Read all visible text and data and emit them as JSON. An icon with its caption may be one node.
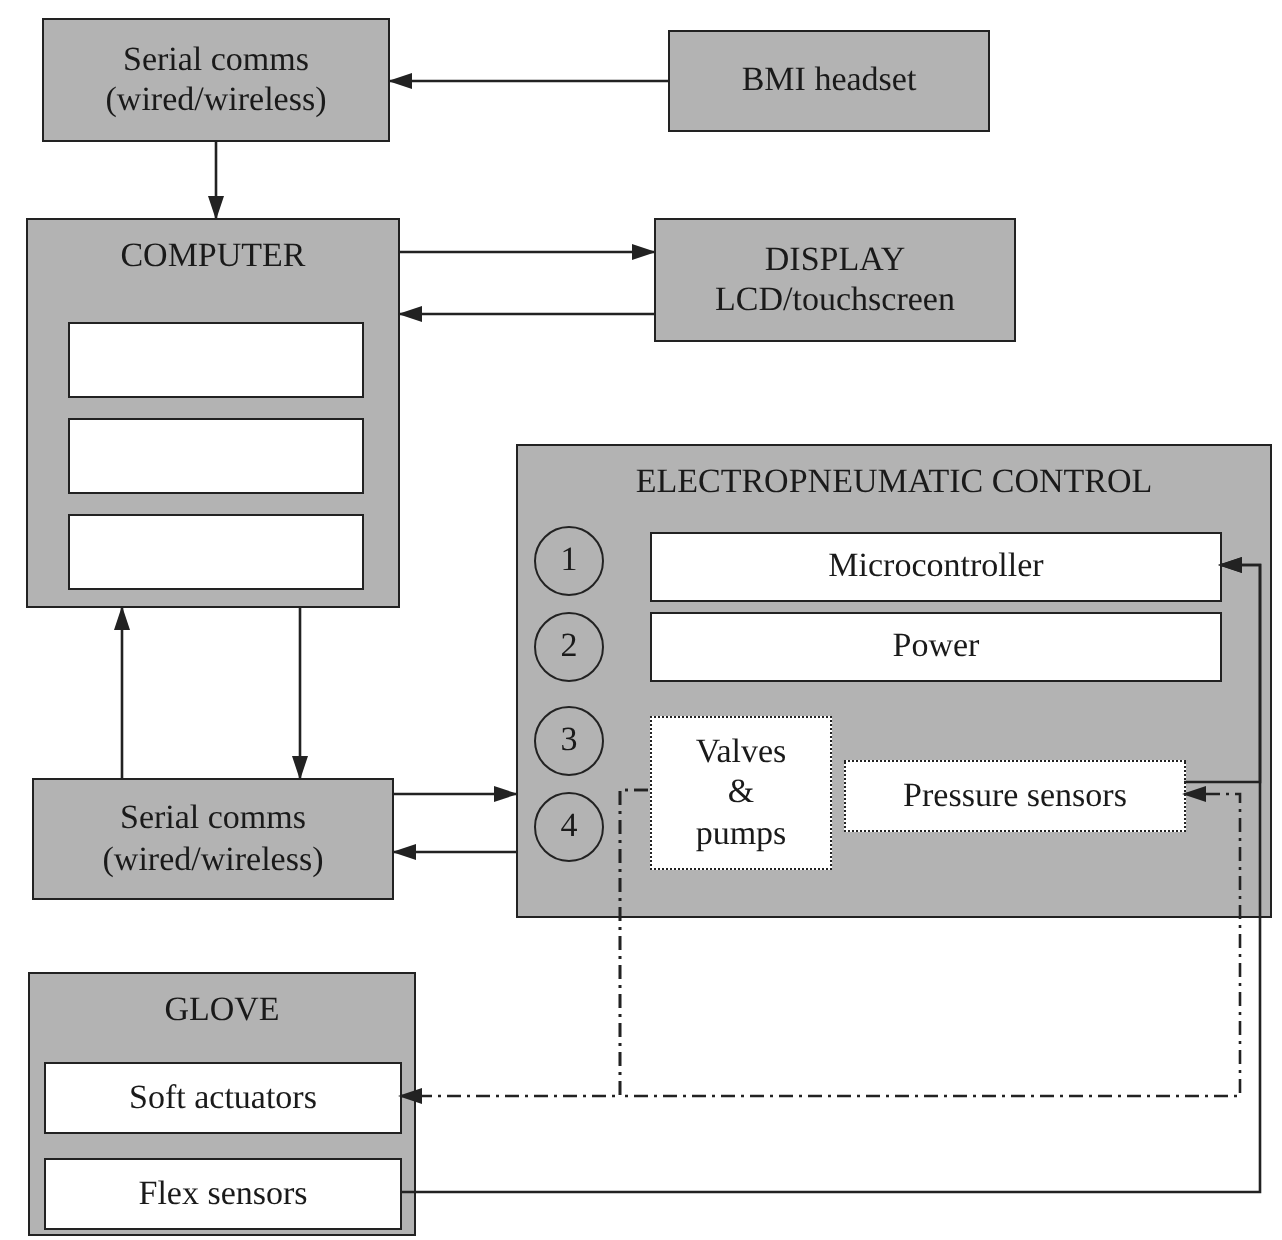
{
  "diagram": {
    "nodes": [
      {
        "text": [
          "Serial comms (wired/wireless)"
        ]
      },
      {
        "text": [
          "BMI headset"
        ]
      },
      {
        "text": [
          "COMPUTER"
        ]
      },
      {
        "text": [],
        "shape": "box",
        "in": 2
      },
      {
        "text": [],
        "shape": "box",
        "in": 2
      },
      {
        "text": [],
        "shape": "box",
        "in": 2
      },
      {
        "text": [
          "DISPLAY",
          "LCD/touchscreen"
        ]
      },
      {
        "text": [
          "Serial comms (wired/wireless)"
        ]
      },
      {
        "text": [
          "ELECTROPNEUMATIC CONTROL"
        ]
      },
      {
        "text": [
          "1"
        ],
        "in": 8
      },
      {
        "text": [
          "Microcontroller"
        ],
        "in": 8
      },
      {
        "text": [
          "2"
        ],
        "in": 8
      },
      {
        "text": [
          "Power"
        ],
        "in": 8
      },
      {
        "text": [
          "3"
        ],
        "in": 8
      },
      {
        "text": [
          "4"
        ],
        "in": 8
      },
      {
        "text": [
          "Valves & pumps"
        ],
        "in": 8
      },
      {
        "text": [
          "Pressure sensors"
        ],
        "in": 8
      },
      {
        "text": [
          "GLOVE"
        ]
      },
      {
        "text": [
          "Soft actuators"
        ],
        "in": 17
      },
      {
        "text": [
          "Flex sensors"
        ],
        "in": 17
      }
    ],
    "edges": [
      {
        "from": 1,
        "to": 0,
        "arrow": "to"
      },
      {
        "from": 0,
        "to": 2,
        "arrow": "to"
      },
      {
        "from": 2,
        "to": 6,
        "arrow": "to"
      },
      {
        "from": 6,
        "to": 2,
        "arrow": "to"
      },
      {
        "from": 2,
        "to": 7,
        "arrow": "to"
      },
      {
        "from": 7,
        "to": 2,
        "arrow": "to"
      },
      {
        "from": 7,
        "to": 8,
        "arrow": "to"
      },
      {
        "from": 8,
        "to": 7,
        "arrow": "to"
      },
      {
        "from": 19,
        "to": 10,
        "arrow": "to"
      },
      {
        "from": 16,
        "to": 10,
        "arrow": "to"
      },
      {
        "from": 15,
        "to": 18,
        "arrow": "to",
        "style": "dashed"
      },
      {
        "from": 15,
        "to": 16,
        "arrow": "to",
        "style": "dashed"
      }
    ]
  }
}
